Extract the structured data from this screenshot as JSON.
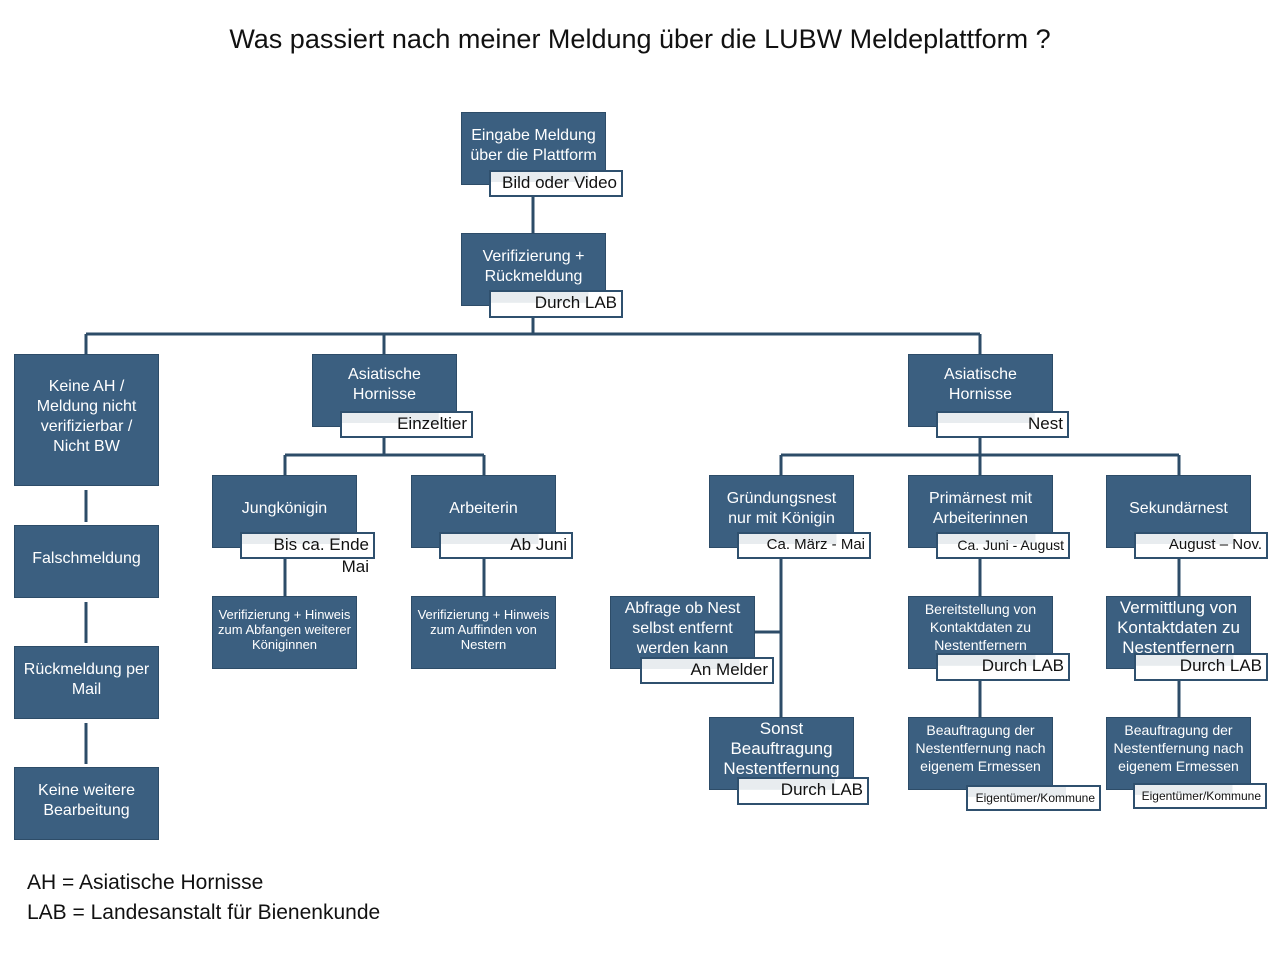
{
  "title": "Was passiert nach meiner Meldung über die LUBW Meldeplattform ?",
  "nodes": {
    "eingabe": {
      "text": "Eingabe Meldung\nüber die Plattform",
      "tag": "Bild oder Video"
    },
    "verifizierung": {
      "text": "Verifizierung +\nRückmeldung",
      "tag": "Durch LAB"
    },
    "keine_ah": {
      "text": "Keine AH /\nMeldung nicht\nverifizierbar /\nNicht BW"
    },
    "falschmeldung": {
      "text": "Falschmeldung"
    },
    "rueckmeldung_mail": {
      "text": "Rückmeldung per\nMail"
    },
    "keine_weitere": {
      "text": "Keine weitere\nBearbeitung"
    },
    "ah_einzeltier": {
      "text": "Asiatische\nHornisse",
      "tag": "Einzeltier"
    },
    "jungkoenigin": {
      "text": "Jungkönigin",
      "tag": "Bis ca. Ende Mai"
    },
    "arbeiterin": {
      "text": "Arbeiterin",
      "tag": "Ab Juni"
    },
    "hinweis_koeniginnen": {
      "text": "Verifizierung + Hinweis\nzum Abfangen weiterer\nKöniginnen"
    },
    "hinweis_nestern": {
      "text": "Verifizierung + Hinweis\nzum Auffinden von\nNestern"
    },
    "ah_nest": {
      "text": "Asiatische\nHornisse",
      "tag": "Nest"
    },
    "gruendungsnest": {
      "text": "Gründungsnest\nnur mit Königin",
      "tag": "Ca. März - Mai"
    },
    "primaernest": {
      "text": "Primärnest mit\nArbeiterinnen",
      "tag": "Ca. Juni - August"
    },
    "sekundaernest": {
      "text": "Sekundärnest",
      "tag": "August – Nov."
    },
    "abfrage": {
      "text": "Abfrage ob Nest\nselbst entfernt\nwerden kann",
      "tag": "An Melder"
    },
    "sonst": {
      "text": "Sonst\nBeauftragung\nNestentfernung",
      "tag": "Durch LAB"
    },
    "bereitstellung": {
      "text": "Bereitstellung von\nKontaktdaten zu\nNestentfernern",
      "tag": "Durch LAB"
    },
    "vermittlung": {
      "text": "Vermittlung von\nKontaktdaten zu\nNestentfernern",
      "tag": "Durch LAB"
    },
    "beauftragung_primaer": {
      "text": "Beauftragung der\nNestentfernung nach\neigenem Ermessen",
      "tag": "Eigentümer/Kommune"
    },
    "beauftragung_sekundaer": {
      "text": "Beauftragung der\nNestentfernung nach\neigenem Ermessen",
      "tag": "Eigentümer/Kommune"
    }
  },
  "legend": [
    "AH = Asiatische Hornisse",
    "LAB = Landesanstalt für Bienenkunde"
  ],
  "colors": {
    "box": "#3b5f80",
    "line": "#2d4c68"
  }
}
